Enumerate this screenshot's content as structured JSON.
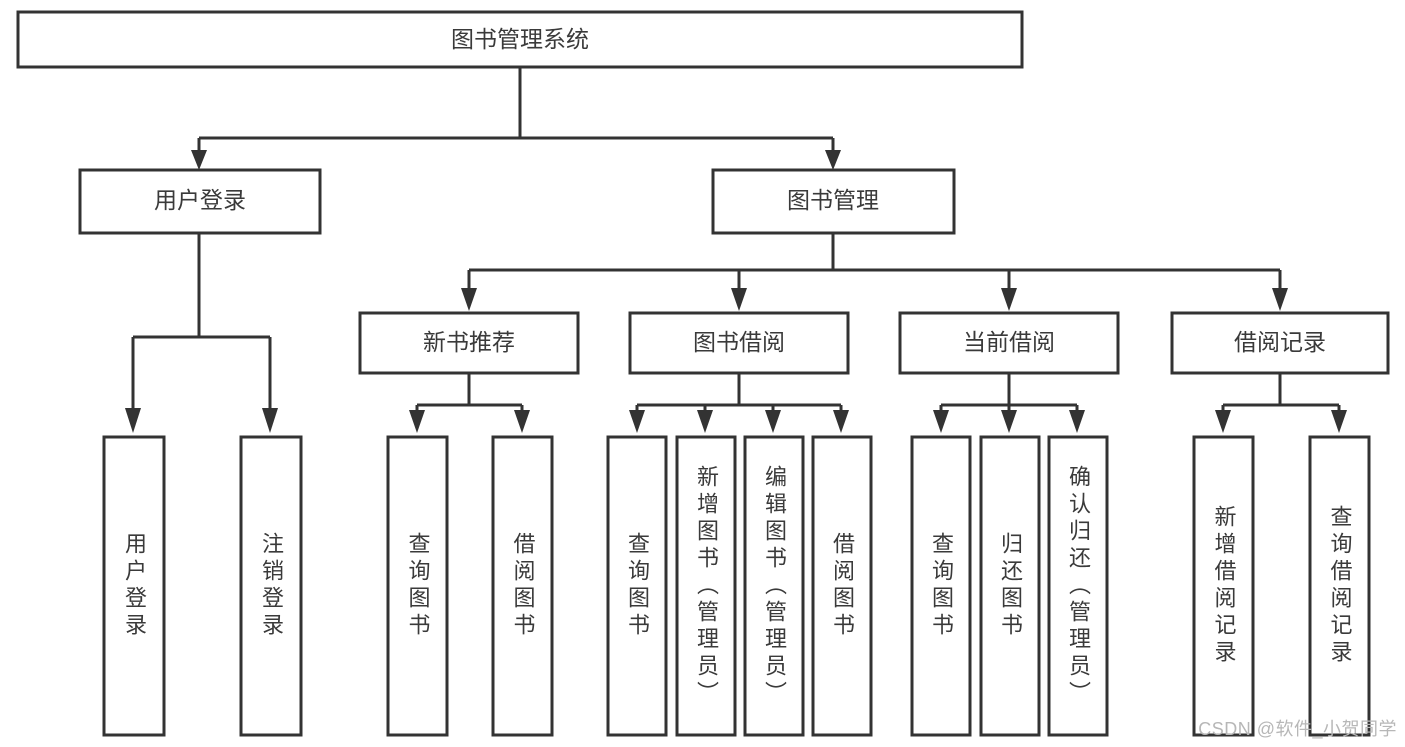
{
  "diagram": {
    "type": "tree-hierarchy-chart",
    "title": "图书管理系统",
    "orientation": "top-down",
    "colors": {
      "box_fill": "#ffffff",
      "box_stroke": "#333333",
      "text": "#3a3a3a",
      "background": "#ffffff",
      "watermark": "#b7b7b7"
    },
    "levels": {
      "root": "图书管理系统",
      "level2": [
        "用户登录",
        "图书管理"
      ],
      "level3": [
        "新书推荐",
        "图书借阅",
        "当前借阅",
        "借阅记录"
      ],
      "leaf_orientation": "vertical-top-to-bottom"
    },
    "nodes": {
      "root": {
        "label": "图书管理系统"
      },
      "user_login": {
        "label": "用户登录"
      },
      "book_manage": {
        "label": "图书管理"
      },
      "new_book_rec": {
        "label": "新书推荐"
      },
      "book_borrow": {
        "label": "图书借阅"
      },
      "current_borrow": {
        "label": "当前借阅"
      },
      "borrow_record": {
        "label": "借阅记录"
      }
    },
    "leaves": {
      "user_login": [
        {
          "label": "用户登录"
        },
        {
          "label": "注销登录"
        }
      ],
      "new_book_rec": [
        {
          "label": "查询图书"
        },
        {
          "label": "借阅图书"
        }
      ],
      "book_borrow": [
        {
          "label": "查询图书"
        },
        {
          "label": "新增图书（管理员）"
        },
        {
          "label": "编辑图书（管理员）"
        },
        {
          "label": "借阅图书"
        }
      ],
      "current_borrow": [
        {
          "label": "查询图书"
        },
        {
          "label": "归还图书"
        },
        {
          "label": "确认归还（管理员）"
        }
      ],
      "borrow_record": [
        {
          "label": "新增借阅记录"
        },
        {
          "label": "查询借阅记录"
        }
      ]
    },
    "watermark": "CSDN @软件_小贺同学"
  }
}
